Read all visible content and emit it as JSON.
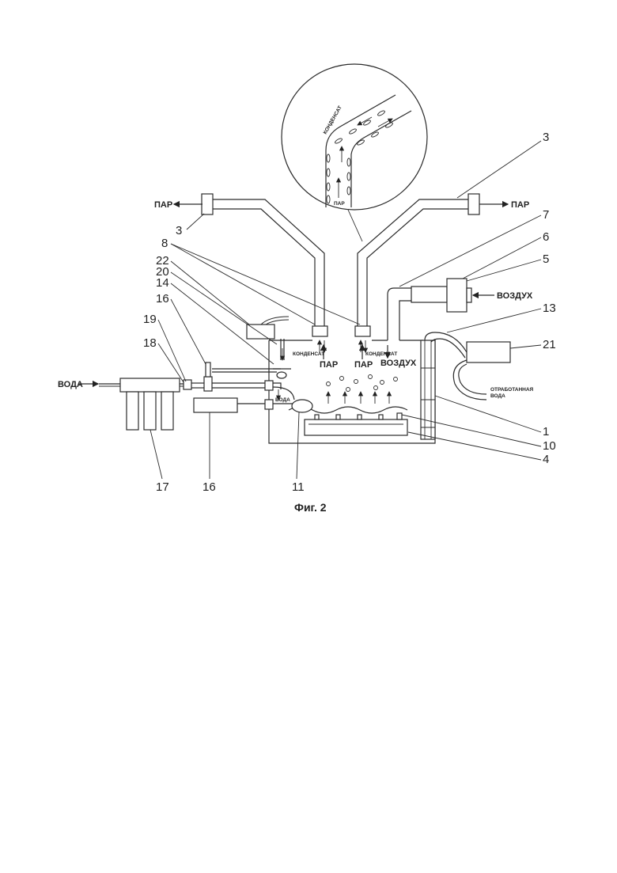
{
  "figure": {
    "caption": "Фиг. 2"
  },
  "labels": {
    "steam_left": "ПАР",
    "steam_right": "ПАР",
    "air_in": "ВОЗДУХ",
    "water_in": "ВОДА",
    "waste_water_line1": "ОТРАБОТАННАЯ",
    "waste_water_line2": "ВОДА",
    "condensate_left": "КОНДЕНСАТ",
    "condensate_right": "КОНДЕНСАТ",
    "steam_center_left": "ПАР",
    "steam_center_right": "ПАР",
    "air_center": "ВОЗДУХ",
    "water_small": "ВОДА",
    "inset_condensate": "КОНДЕНСАТ",
    "inset_steam": "ПАР"
  },
  "callouts": {
    "n3_top": "3",
    "n3_left": "3",
    "n7": "7",
    "n8": "8",
    "n6": "6",
    "n22": "22",
    "n5": "5",
    "n20": "20",
    "n14": "14",
    "n16_top": "16",
    "n13": "13",
    "n19": "19",
    "n21": "21",
    "n18": "18",
    "n1": "1",
    "n10": "10",
    "n4": "4",
    "n17": "17",
    "n16_bottom": "16",
    "n11": "11"
  }
}
